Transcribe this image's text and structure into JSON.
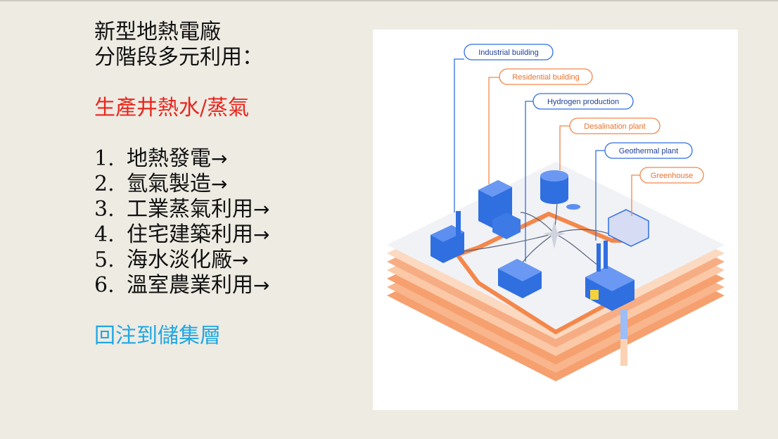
{
  "title_line1": "新型地熱電廠",
  "title_line2": "分階段多元利用：",
  "highlight_red": "生產井熱水/蒸氣",
  "list": [
    {
      "num": "1.",
      "text": "地熱發電",
      "arrow": "→"
    },
    {
      "num": "2.",
      "text": "氫氣製造",
      "arrow": "→"
    },
    {
      "num": "3.",
      "text": "工業蒸氣利用",
      "arrow": "→"
    },
    {
      "num": "4.",
      "text": "住宅建築利用",
      "arrow": "→"
    },
    {
      "num": "5.",
      "text": "海水淡化廠",
      "arrow": "→"
    },
    {
      "num": "6.",
      "text": "溫室農業利用",
      "arrow": "→"
    }
  ],
  "highlight_blue": "回注到儲集層",
  "diagram": {
    "labels": {
      "industrial": "Industrial building",
      "residential": "Residential building",
      "hydrogen": "Hydrogen production",
      "desalination": "Desalination plant",
      "geothermal": "Geothermal plant",
      "greenhouse": "Greenhouse"
    },
    "colors": {
      "blue": "#2f6fe0",
      "orange": "#f4874b",
      "red_text": "#e8261c",
      "blue_text": "#20a7e3"
    }
  }
}
